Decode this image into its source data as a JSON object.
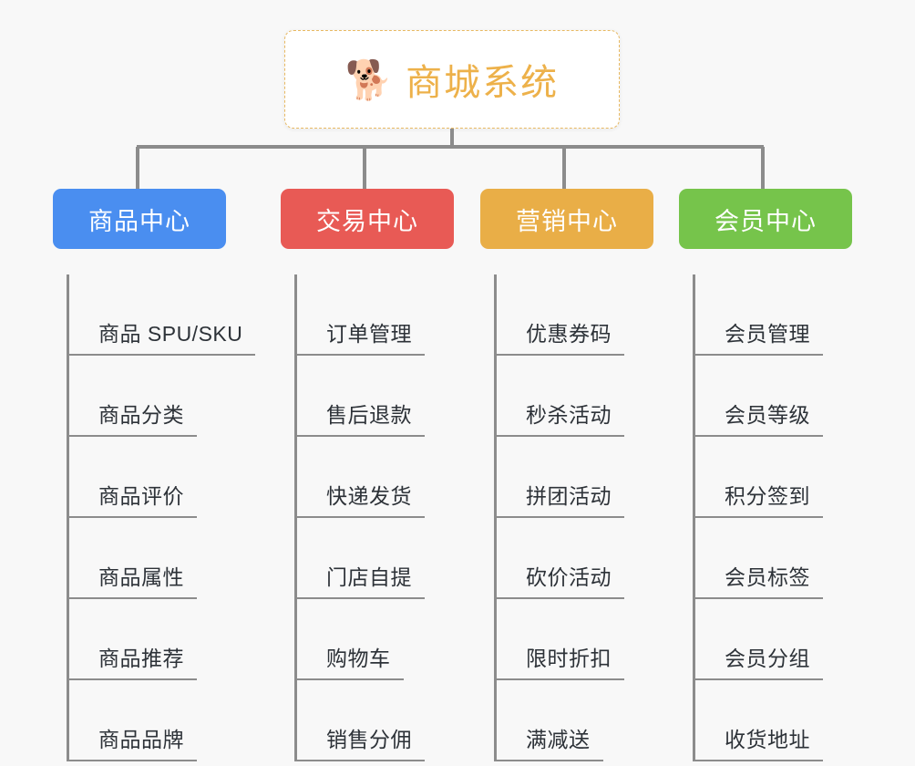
{
  "background_color": "#f8f8f8",
  "root": {
    "title": "商城系统",
    "icon": "shiba-dog-face-icon",
    "emoji": "🐕",
    "text_color": "#edb14a",
    "border_color": "#e8b962",
    "background_color": "#ffffff"
  },
  "connector_color": "#8c8c8c",
  "columns": [
    {
      "header": "商品中心",
      "color": "#4a8ef0",
      "items": [
        "商品 SPU/SKU",
        "商品分类",
        "商品评价",
        "商品属性",
        "商品推荐",
        "商品品牌"
      ]
    },
    {
      "header": "交易中心",
      "color": "#e85a55",
      "items": [
        "订单管理",
        "售后退款",
        "快递发货",
        "门店自提",
        "购物车",
        "销售分佣"
      ]
    },
    {
      "header": "营销中心",
      "color": "#e9ae47",
      "items": [
        "优惠券码",
        "秒杀活动",
        "拼团活动",
        "砍价活动",
        "限时折扣",
        "满减送"
      ]
    },
    {
      "header": "会员中心",
      "color": "#76c44b",
      "items": [
        "会员管理",
        "会员等级",
        "积分签到",
        "会员标签",
        "会员分组",
        "收货地址"
      ]
    }
  ]
}
